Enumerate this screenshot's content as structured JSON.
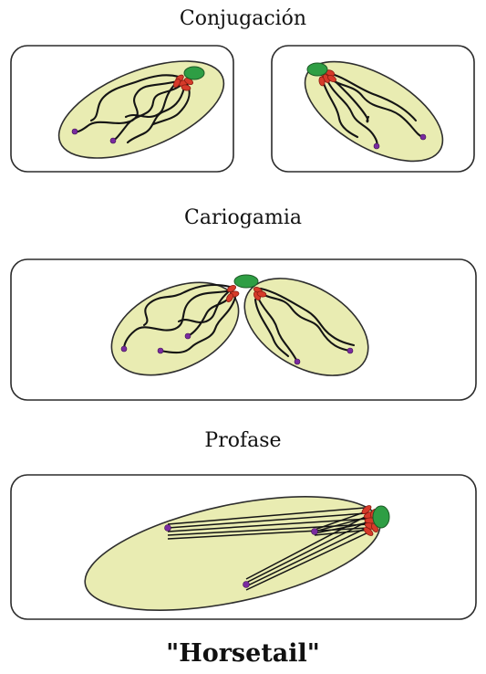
{
  "stages": [
    {
      "label": "Conjugación"
    },
    {
      "label": "Cariogamia"
    },
    {
      "label": "Profase"
    },
    {
      "label": "\"Horsetail\""
    }
  ]
}
